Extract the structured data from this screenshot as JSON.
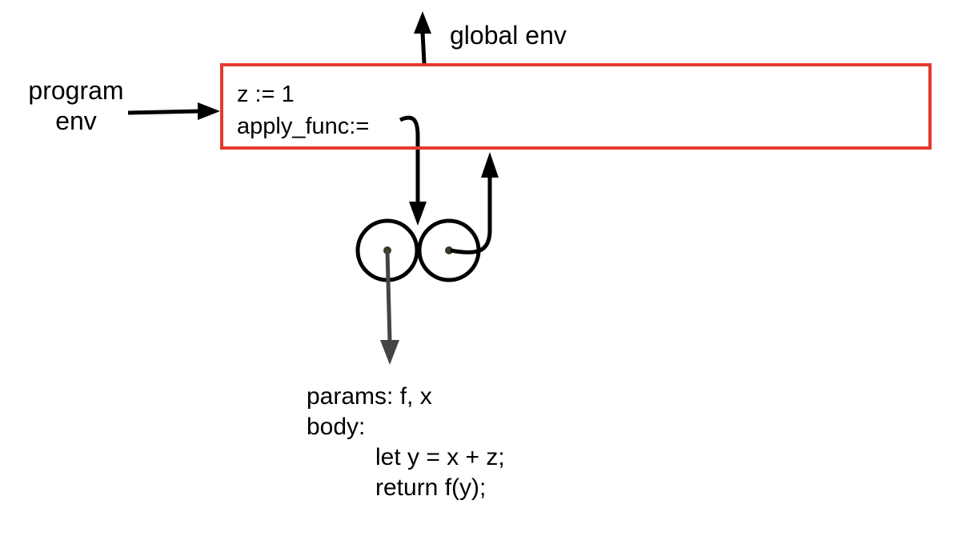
{
  "global_env_label": "global env",
  "program_env_label": {
    "line1": "program",
    "line2": "env"
  },
  "environment_frame": {
    "bindings": [
      {
        "text": "z := 1"
      },
      {
        "text": "apply_func:="
      }
    ],
    "border_color": "#e33b2e"
  },
  "closure": {
    "code": {
      "params_line": "params: f, x",
      "body_label": "body:",
      "body_lines": [
        "let y = x + z;",
        "return f(y);"
      ]
    }
  }
}
